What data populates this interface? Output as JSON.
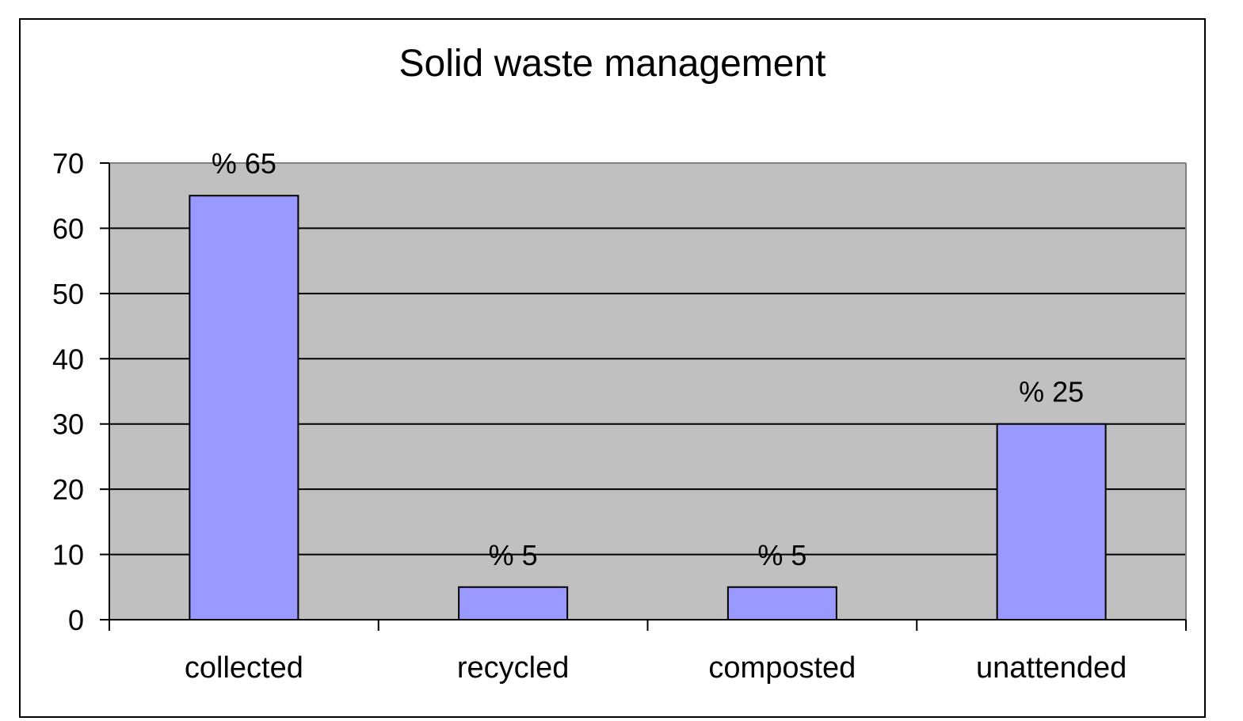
{
  "chart_data": {
    "type": "bar",
    "title": "Solid waste management",
    "xlabel": "",
    "ylabel": "",
    "categories": [
      "collected",
      "recycled",
      "composted",
      "unattended"
    ],
    "values": [
      65,
      5,
      5,
      30
    ],
    "data_labels": [
      "% 65",
      "% 5",
      "% 5",
      "% 25"
    ],
    "ylim": [
      0,
      70
    ],
    "yticks": [
      0,
      10,
      20,
      30,
      40,
      50,
      60,
      70
    ],
    "ytick_labels": [
      "0",
      "10",
      "20",
      "30",
      "40",
      "50",
      "60",
      "70"
    ],
    "grid": true,
    "legend": "none",
    "colors": {
      "bar_fill": "#9999FF",
      "plot_background": "#C0C0C0",
      "gridline": "#000000",
      "plot_border": "#808080"
    }
  }
}
